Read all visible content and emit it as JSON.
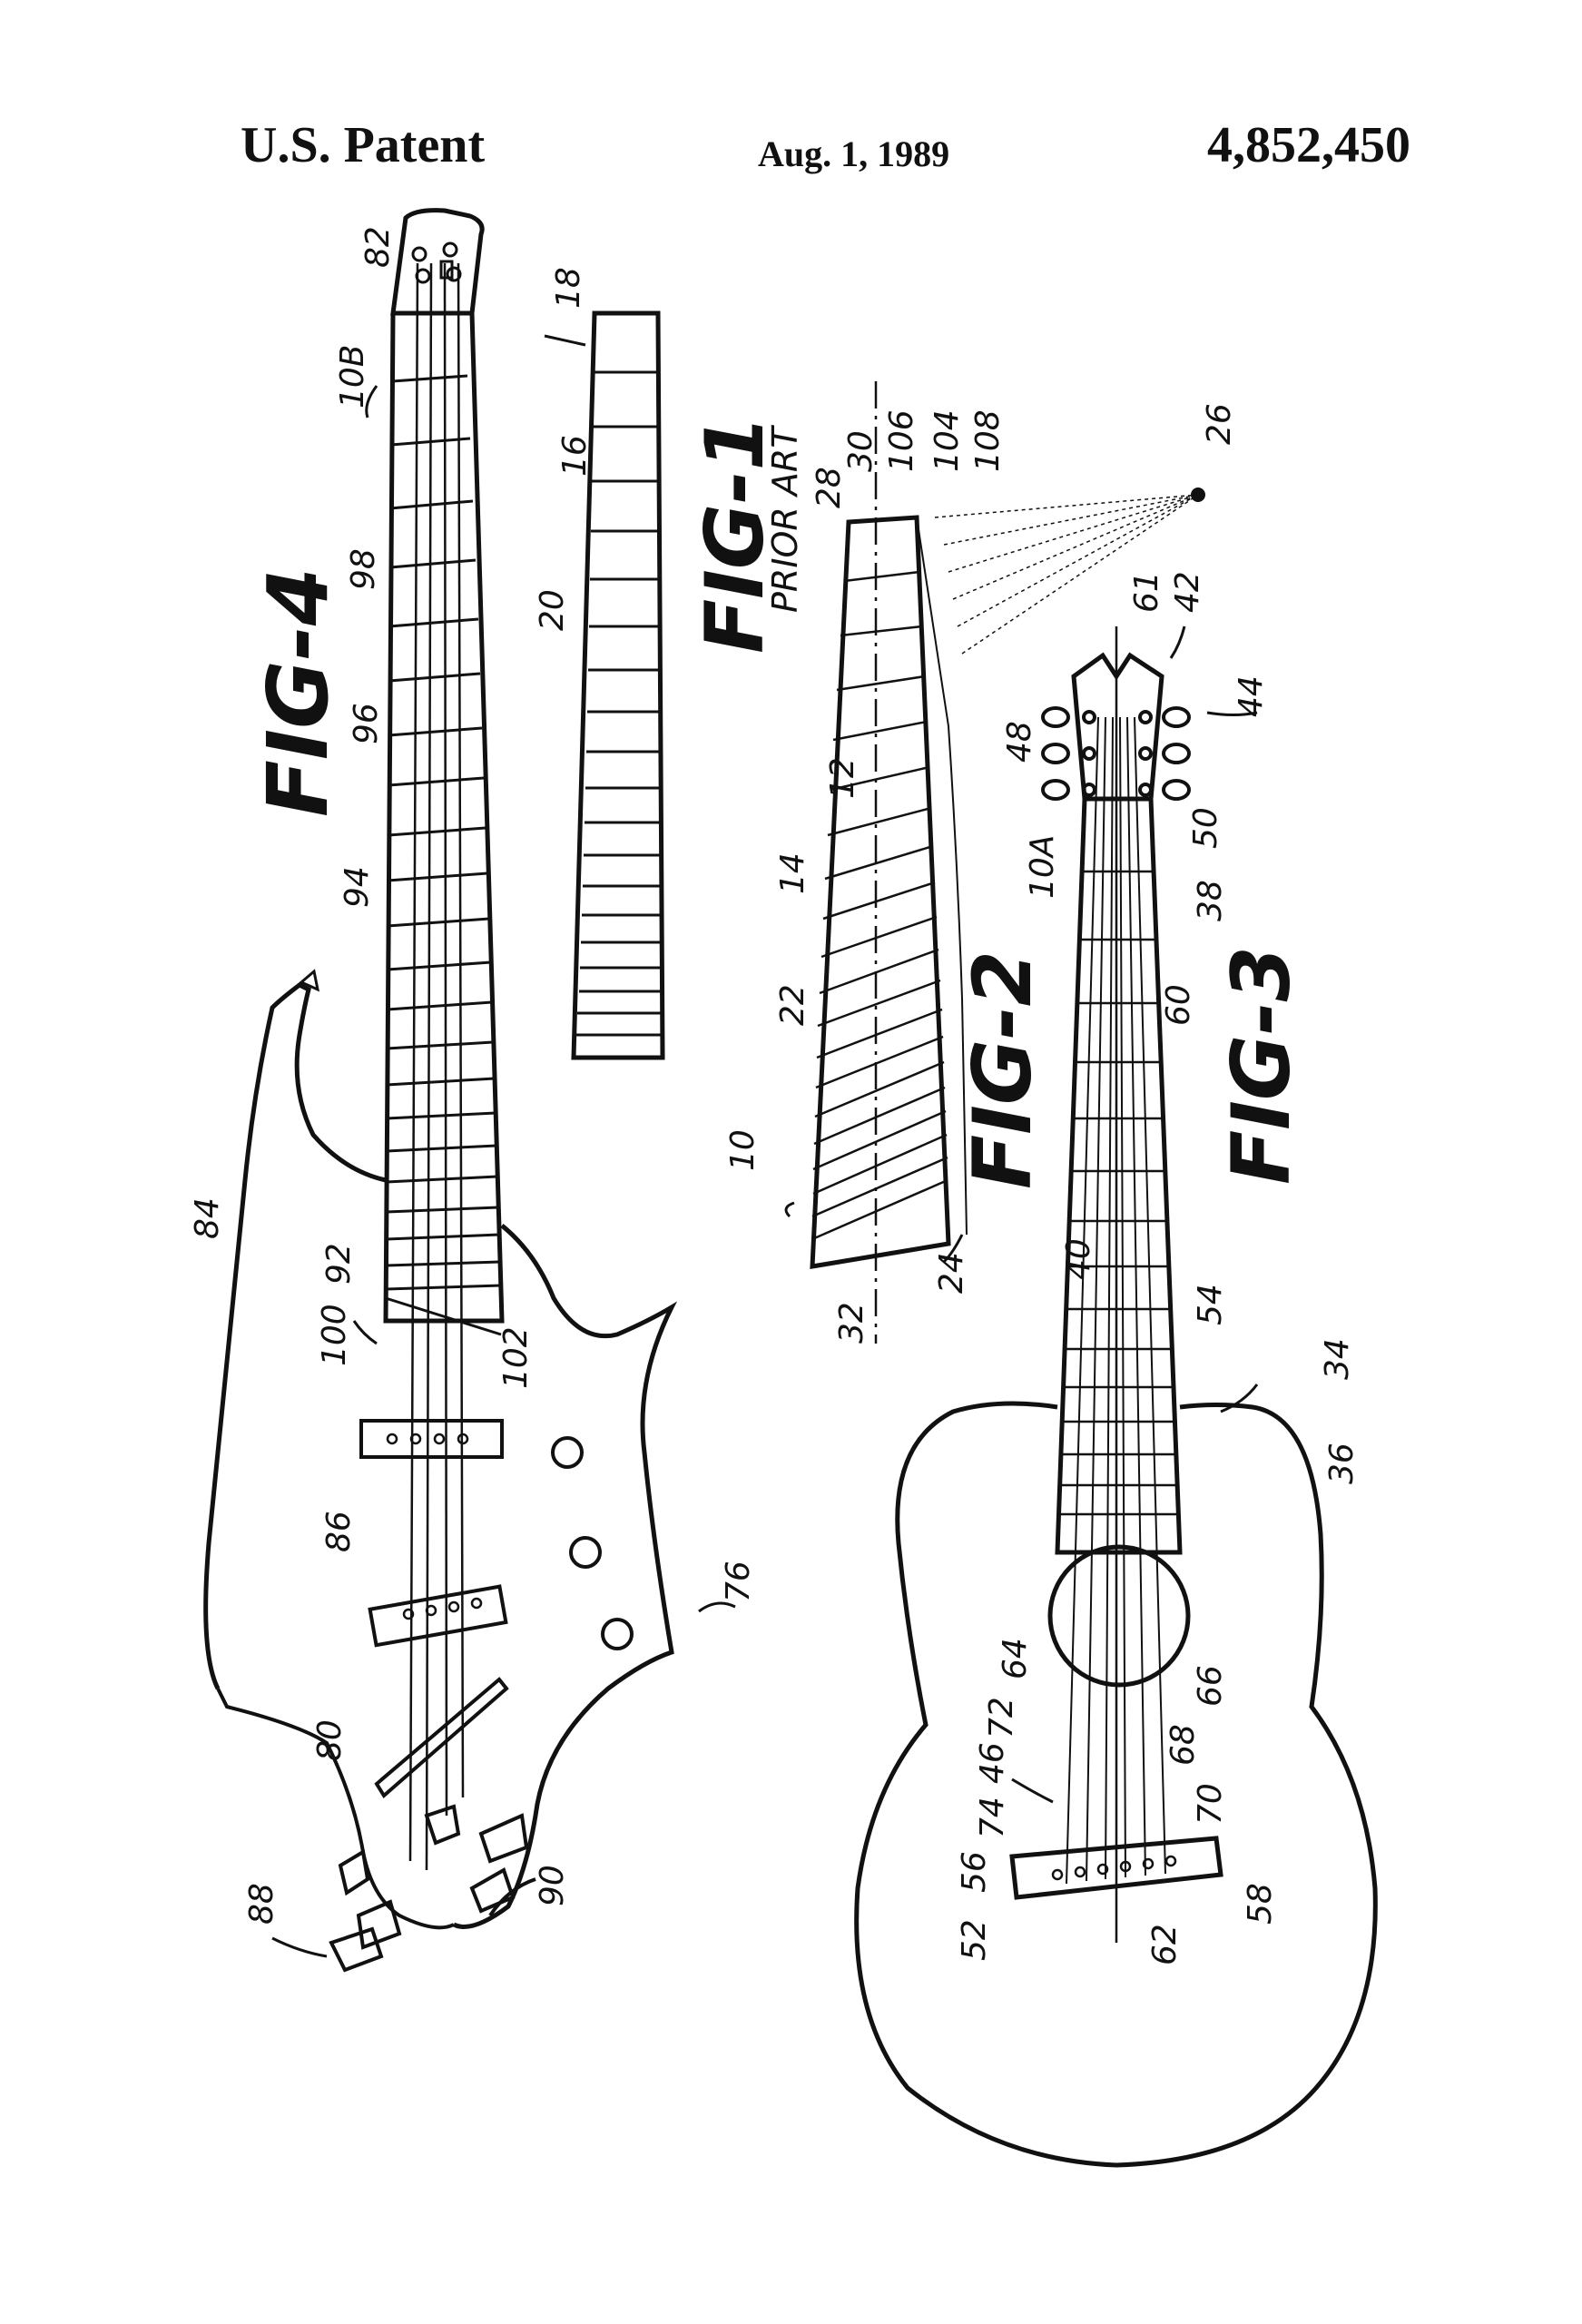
{
  "header": {
    "left": "U.S. Patent",
    "date": "Aug. 1, 1989",
    "number": "4,852,450"
  },
  "figures": {
    "fig1": {
      "label": "FIG-1",
      "note": "PRIOR ART"
    },
    "fig2": {
      "label": "FIG-2"
    },
    "fig3": {
      "label": "FIG-3"
    },
    "fig4": {
      "label": "FIG-4"
    }
  },
  "reference_numerals": {
    "fig1": [
      "18",
      "16",
      "20"
    ],
    "fig2": [
      "28",
      "30",
      "106",
      "104",
      "108",
      "26",
      "12",
      "14",
      "22",
      "10",
      "24",
      "32"
    ],
    "fig3": [
      "61",
      "42",
      "44",
      "48",
      "50",
      "10A",
      "38",
      "60",
      "40",
      "54",
      "34",
      "36",
      "64",
      "72",
      "46",
      "74",
      "56",
      "52",
      "62",
      "66",
      "68",
      "70",
      "58"
    ],
    "fig4": [
      "82",
      "10B",
      "98",
      "96",
      "94",
      "84",
      "92",
      "100",
      "102",
      "86",
      "76",
      "80",
      "88",
      "90"
    ]
  },
  "colors": {
    "ink": "#111111",
    "paper": "#ffffff"
  }
}
